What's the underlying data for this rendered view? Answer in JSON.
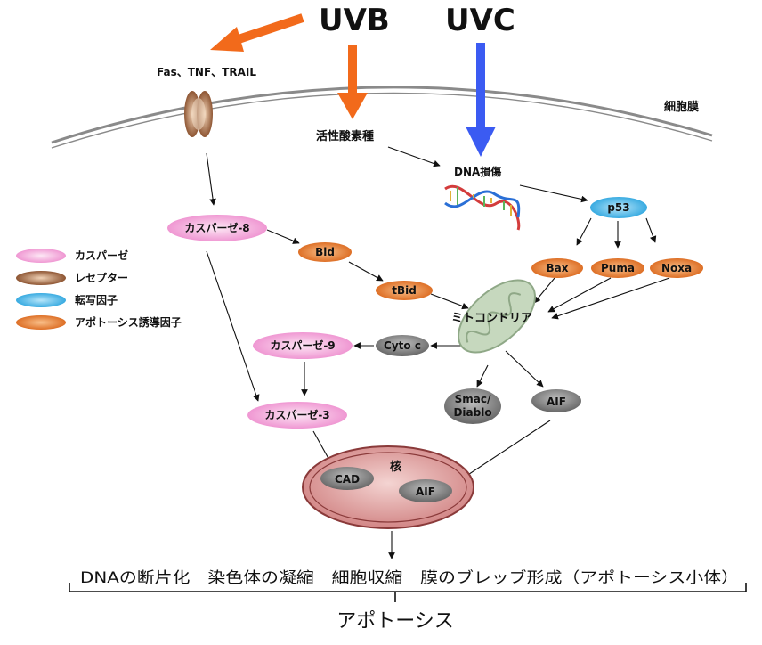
{
  "sources": {
    "uvb": "UVB",
    "uvc": "UVC"
  },
  "cell_membrane": "細胞膜",
  "receptor_label": "Fas、TNF、TRAIL",
  "ros": "活性酸素種",
  "dna_damage": "DNA損傷",
  "nodes": {
    "caspase8": "カスパーゼ-8",
    "caspase9": "カスパーゼ-9",
    "caspase3": "カスパーゼ-3",
    "bid": "Bid",
    "tbid": "tBid",
    "p53": "p53",
    "bax": "Bax",
    "puma": "Puma",
    "noxa": "Noxa",
    "mitochondria": "ミトコンドリア",
    "cyto_c": "Cyto c",
    "smac_line1": "Smac/",
    "smac_line2": "Diablo",
    "aif": "AIF",
    "nucleus": "核",
    "cad": "CAD",
    "aif_nucleus": "AIF"
  },
  "legend": [
    {
      "label": "カスパーゼ",
      "color": "#f2a6d8"
    },
    {
      "label": "レセプター",
      "color": "#8b4a26"
    },
    {
      "label": "転写因子",
      "color": "#2aa8e0"
    },
    {
      "label": "アポトーシス誘導因子",
      "color": "#e06b1a"
    }
  ],
  "bottom_text": "DNAの断片化　染色体の凝縮　細胞収縮　膜のブレッブ形成（アポトーシス小体）",
  "result": "アポトーシス",
  "colors": {
    "uvb_arrow": "#f26a1b",
    "uvc_arrow": "#3b5bf2",
    "caspase": "#f2a6d8",
    "orange_factor": "#e06b1a",
    "transcription": "#2aa8e0",
    "gray_factor": "#7a7a7a",
    "nucleus_fill": "#e3a5a5",
    "mito": "#b9cfb0"
  }
}
